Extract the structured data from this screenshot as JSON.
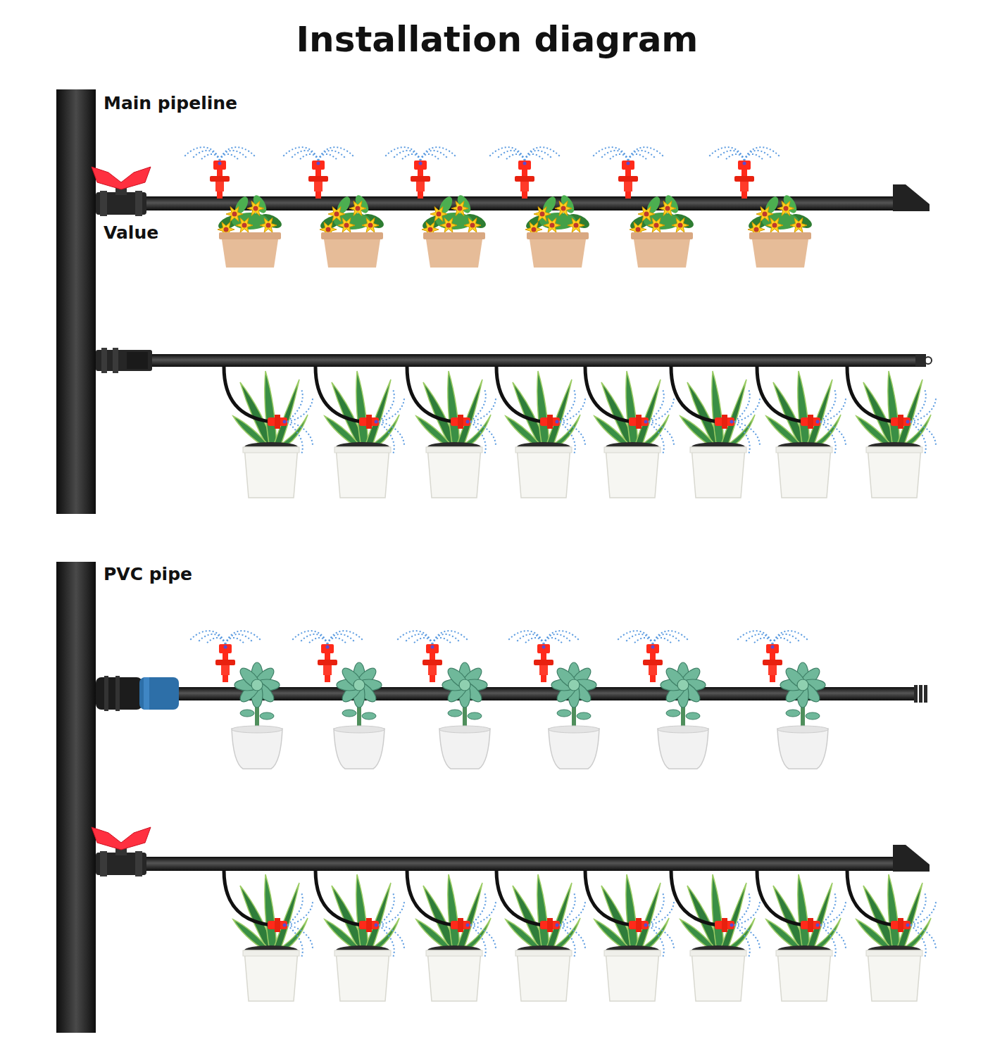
{
  "diagram": {
    "title": "Installation diagram",
    "labels": [
      "Main pipeline",
      "Value",
      "PVC pipe"
    ]
  }
}
